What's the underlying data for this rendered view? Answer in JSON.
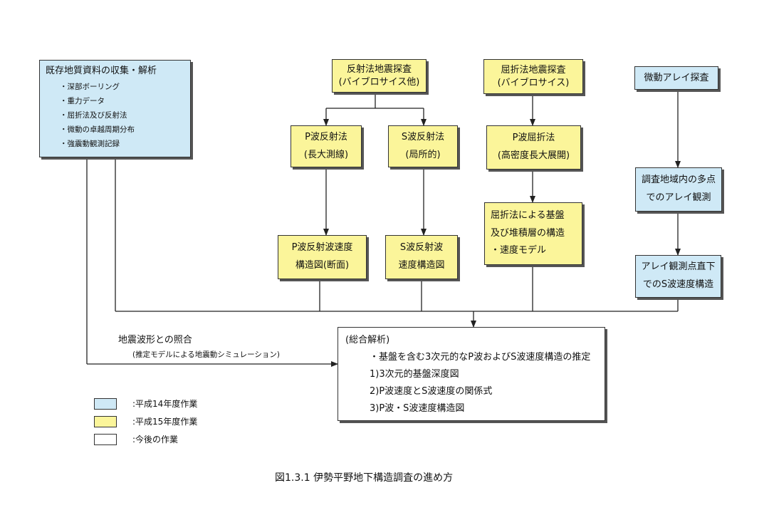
{
  "boxes": {
    "existing": {
      "title": "既存地質資料の収集・解析",
      "items": [
        "・深部ボーリング",
        "・重力データ",
        "・屈折法及び反射法",
        "・微動の卓越周期分布",
        "・強震動観測記録"
      ]
    },
    "reflection": {
      "line1": "反射法地震探査",
      "line2": "(バイブロサイス他)"
    },
    "refraction": {
      "line1": "屈折法地震探査",
      "line2": "(バイブロサイス)"
    },
    "microtremor": {
      "line1": "微動アレイ探査"
    },
    "p_reflection": {
      "line1": "P波反射法",
      "line2": "(長大測線)"
    },
    "s_reflection": {
      "line1": "S波反射法",
      "line2": "(局所的)"
    },
    "p_refraction": {
      "line1": "P波屈折法",
      "line2": "(高密度長大展開)"
    },
    "array_obs": {
      "line1": "調査地域内の多点",
      "line2": "でのアレイ観測"
    },
    "p_velocity": {
      "line1": "P波反射波速度",
      "line2": "構造図(断面)"
    },
    "s_velocity": {
      "line1": "S波反射波",
      "line2": "速度構造図"
    },
    "refraction_structure": {
      "line1": "屈折法による基盤",
      "line2": "及び堆積層の構造",
      "line3": "・速度モデル"
    },
    "array_s": {
      "line1": "アレイ観測点直下",
      "line2": "でのS波速度構造"
    },
    "synthesis": {
      "title": "(総合解析)",
      "items": [
        "・基盤を含む3次元的なP波およびS波速度構造の推定",
        "1)3次元的基盤深度図",
        "2)P波速度とS波速度の関係式",
        "3)P波・S波速度構造図"
      ]
    }
  },
  "annotation": {
    "line1": "地震波形との照合",
    "line2": "(推定モデルによる地震動シミュレーション)"
  },
  "legend": [
    {
      "label": ":平成14年度作業",
      "color": "#cfe9f6"
    },
    {
      "label": ":平成15年度作業",
      "color": "#fbf59a"
    },
    {
      "label": ":今後の作業",
      "color": "#ffffff"
    }
  ],
  "caption": "図1.3.1 伊勢平野地下構造調査の進め方"
}
